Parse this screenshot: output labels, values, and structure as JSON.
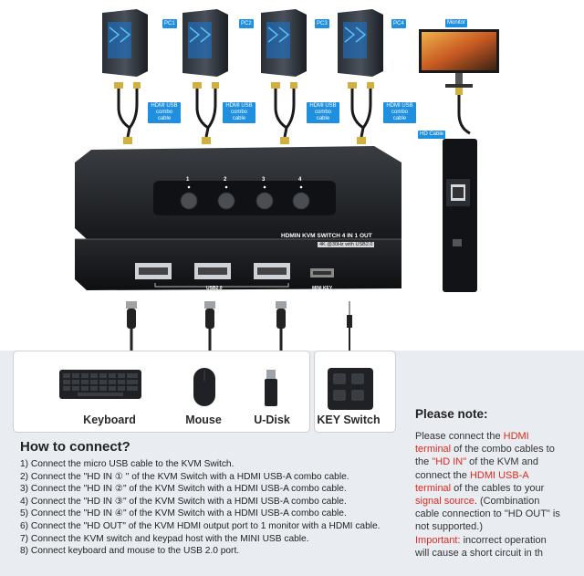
{
  "pcs": [
    {
      "label": "PC1"
    },
    {
      "label": "PC2"
    },
    {
      "label": "PC3"
    },
    {
      "label": "PC4"
    }
  ],
  "monitor": {
    "label": "Monitor"
  },
  "cables": {
    "hdmi_combo": "HDMI USB combo cable",
    "hd_cable": "HD Cable"
  },
  "kvm": {
    "ports": [
      "1",
      "2",
      "3",
      "4"
    ],
    "title": "HDMIN KVM SWITCH 4 IN 1 OUT",
    "spec": "4K @30Hz with USB2.0",
    "usb_label": "USB2.0",
    "minikey_label": "MINI KEY"
  },
  "accessories": [
    {
      "label": "Keyboard",
      "icon": "keyboard-icon"
    },
    {
      "label": "Mouse",
      "icon": "mouse-icon"
    },
    {
      "label": "U-Disk",
      "icon": "usb-disk-icon"
    },
    {
      "label": "KEY Switch",
      "icon": "key-switch-icon"
    }
  ],
  "howto": {
    "title": "How to connect?",
    "steps": [
      "1) Connect the micro USB cable to the KVM Switch.",
      "2) Connect the \"HD IN ① \" of the KVM Switch with a HDMI USB-A combo cable.",
      "3) Connect the \"HD IN ②\" of the KVM Switch with a HDMI USB-A combo cable.",
      "4) Connect the \"HD IN ③\" of the KVM Switch with a HDMI USB-A combo cable.",
      "5) Connect the \"HD IN ④\" of the KVM Switch with a HDMI USB-A combo cable.",
      "6) Connect the \"HD OUT\" of the KVM HDMI output port to 1 monitor with a HDMI cable.",
      "7) Connect the KVM switch and keypad host with the MINI USB cable.",
      "8) Connect keyboard and mouse to the USB 2.0 port."
    ]
  },
  "note": {
    "title": "Please note:",
    "line1_a": "Please connect the ",
    "line1_b": "HDMI",
    "line2_a": "terminal",
    "line2_b": " of the combo cables to",
    "line3_a": "the ",
    "line3_b": "\"HD IN\"",
    "line3_c": " of the KVM and",
    "line4_a": "connect the ",
    "line4_b": "HDMI USB-A",
    "line5_a": "terminal",
    "line5_b": " of the cables to your",
    "line6_a": "signal source",
    "line6_b": ". (Combination",
    "line7": "cable connection to \"HD OUT\" is",
    "line8": "not supported.)",
    "line9_a": "Important:",
    "line9_b": " incorrect operation",
    "line10": "will cause a short circuit in th"
  },
  "colors": {
    "accent_blue": "#1f8fe0",
    "warning_red": "#e0291f",
    "panel_gray": "#e9ecf0"
  }
}
